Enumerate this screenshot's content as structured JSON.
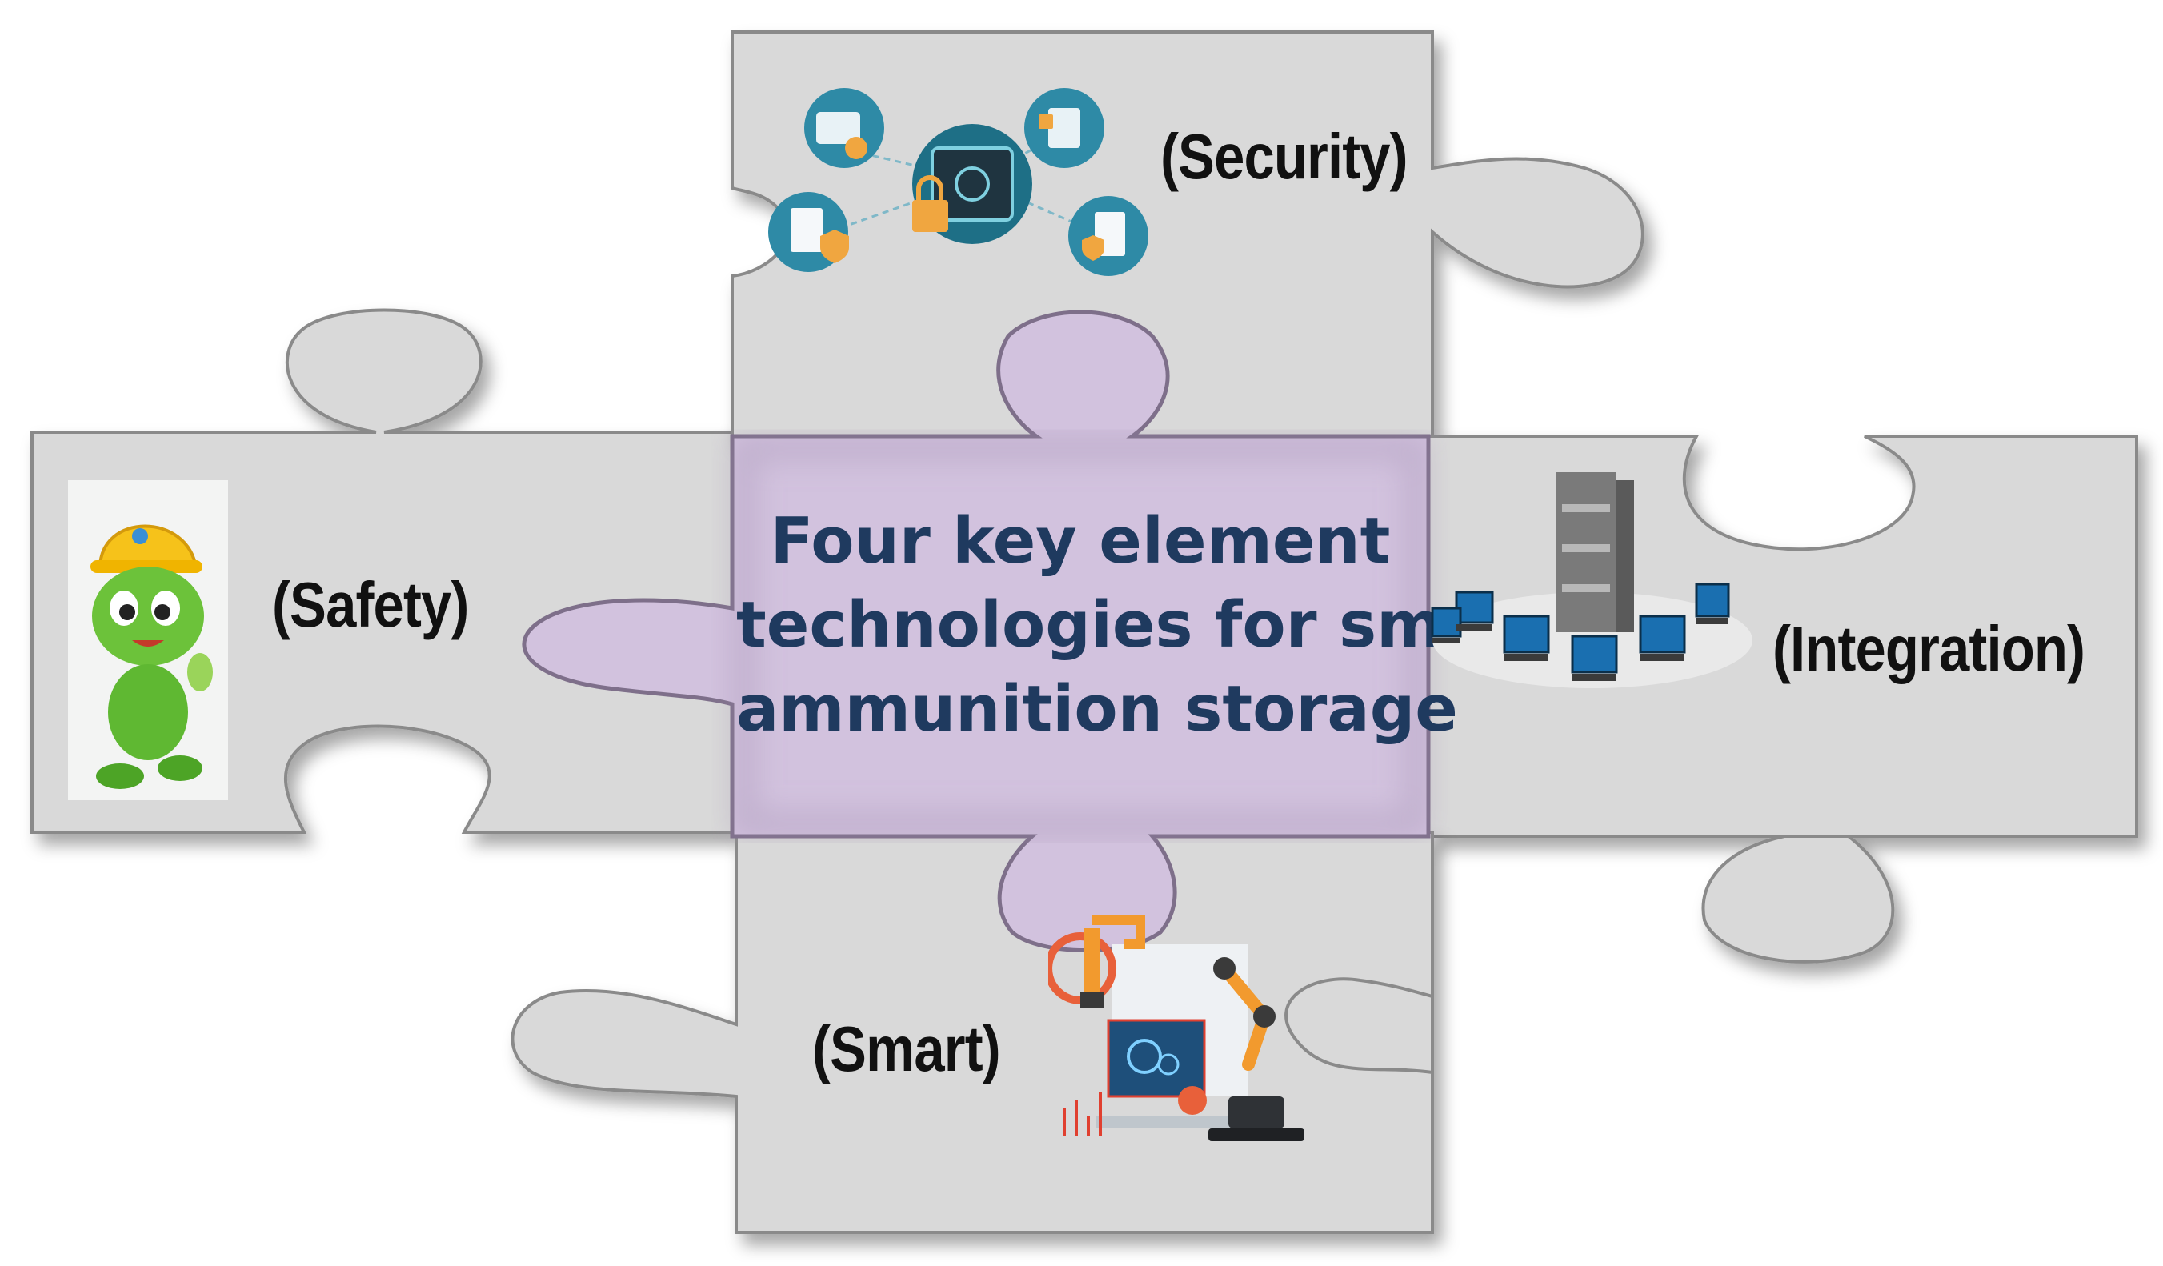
{
  "center": {
    "lines": [
      "Four key element",
      "technologies for smart",
      "ammunition storage"
    ]
  },
  "labels": {
    "security": "(Security)",
    "safety": "(Safety)",
    "integration": "(Integration)",
    "smart": "(Smart)"
  },
  "icons": {
    "security": "security-lock-network-icon",
    "safety": "safety-mascot-helmet-icon",
    "integration": "server-network-computers-icon",
    "smart": "robot-arm-factory-icon"
  },
  "colors": {
    "piece_fill": "#d9d9d9",
    "piece_stroke": "#8a8a8a",
    "center_fill": "#d2c2de",
    "center_text": "#1f3a5f",
    "label_text": "#111111"
  }
}
